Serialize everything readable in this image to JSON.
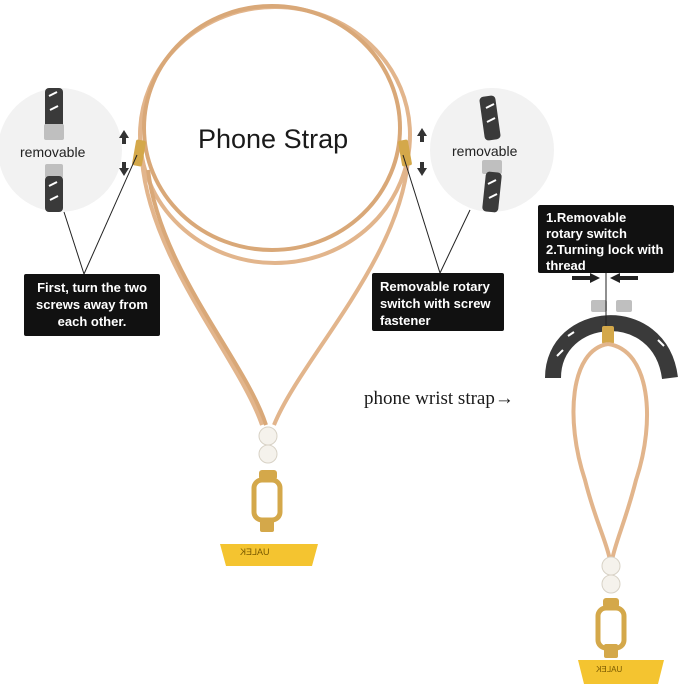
{
  "title": "Phone Strap",
  "removable_left": "removable",
  "removable_right": "removable",
  "callout_left": "First, turn the two screws away from each other.",
  "callout_mid": "Removable rotary switch with screw fastener",
  "callout_right_line1": "1.Removable rotary switch",
  "callout_right_line2": "2.Turning lock with thread",
  "wrist_label": "phone wrist strap→",
  "brand": "UALEK",
  "colors": {
    "strap": "#e2b58c",
    "strap_dark": "#c8956a",
    "clip": "#f4c430",
    "gold": "#d4a84a",
    "cord": "#3a3a3a",
    "callout_bg": "#111111",
    "circle_bg": "#f2f2f2"
  }
}
